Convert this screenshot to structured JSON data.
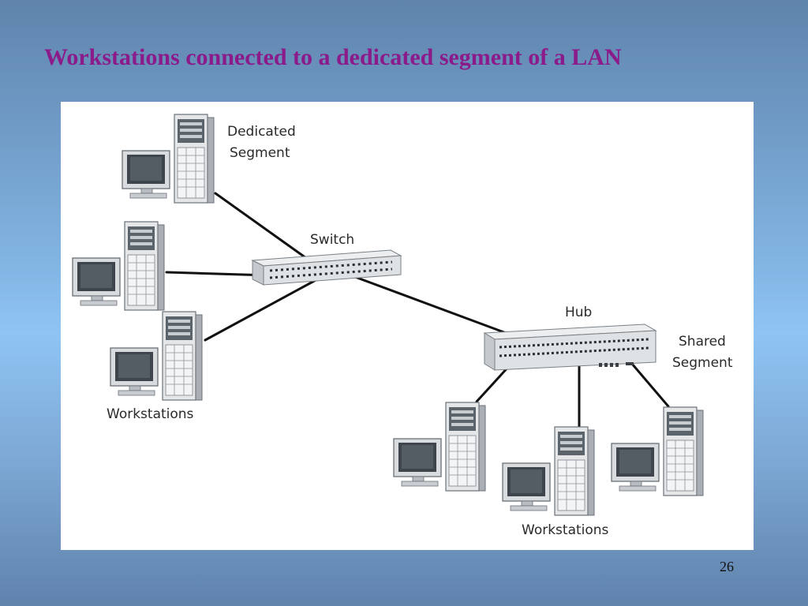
{
  "slide": {
    "title": "Workstations connected to a dedicated segment of a LAN",
    "page_number": "26"
  },
  "diagram": {
    "labels": {
      "dedicated_line1": "Dedicated",
      "dedicated_line2": "Segment",
      "switch": "Switch",
      "hub": "Hub",
      "shared_line1": "Shared",
      "shared_line2": "Segment",
      "workstations_left": "Workstations",
      "workstations_bottom": "Workstations"
    },
    "nodes": {
      "switch": "switch-icon",
      "hub": "hub-icon",
      "workstation": "desktop-computer-icon"
    },
    "links": [
      [
        "workstation-dedicated",
        "switch"
      ],
      [
        "workstation-left-2",
        "switch"
      ],
      [
        "workstation-left-3",
        "switch"
      ],
      [
        "switch",
        "hub"
      ],
      [
        "hub",
        "workstation-bottom-1"
      ],
      [
        "hub",
        "workstation-bottom-2"
      ],
      [
        "hub",
        "workstation-bottom-3"
      ]
    ]
  },
  "colors": {
    "title": "#8b1a8b",
    "panel": "#ffffff",
    "cable": "#111111",
    "device_body": "#e2e4e6",
    "device_dark": "#4a5158"
  }
}
